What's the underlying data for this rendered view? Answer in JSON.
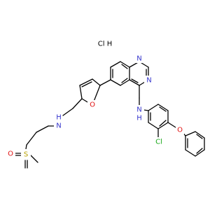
{
  "molecule": {
    "salt_label": "Cl H",
    "colors": {
      "N": "#3333cc",
      "O": "#e01010",
      "S": "#b8a000",
      "Cl": "#1aa81a",
      "C": "#000000"
    },
    "atoms": [
      {
        "label": "N",
        "element": "N"
      },
      {
        "label": "N",
        "element": "N"
      },
      {
        "label": "O",
        "element": "O"
      },
      {
        "label": "N",
        "element": "N"
      },
      {
        "label": "H",
        "element": "N"
      },
      {
        "label": "N",
        "element": "N"
      },
      {
        "label": "H",
        "element": "N"
      },
      {
        "label": "O",
        "element": "O"
      },
      {
        "label": "S",
        "element": "S"
      },
      {
        "label": "O",
        "element": "O"
      },
      {
        "label": "Cl",
        "element": "Cl"
      }
    ]
  }
}
